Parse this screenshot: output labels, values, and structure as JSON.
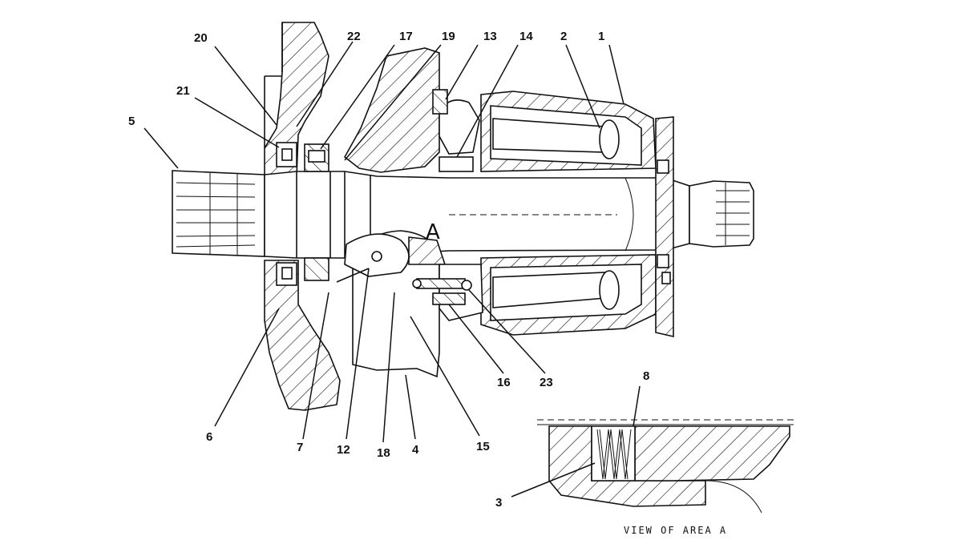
{
  "callouts": {
    "c1": "1",
    "c2": "2",
    "c3": "3",
    "c4": "4",
    "c5": "5",
    "c6": "6",
    "c7": "7",
    "c8": "8",
    "c12": "12",
    "c13": "13",
    "c14": "14",
    "c15": "15",
    "c16": "16",
    "c17": "17",
    "c18": "18",
    "c19": "19",
    "c20": "20",
    "c21": "21",
    "c22": "22",
    "c23": "23"
  },
  "area_marker": "A",
  "detail_caption": "VIEW OF AREA A"
}
